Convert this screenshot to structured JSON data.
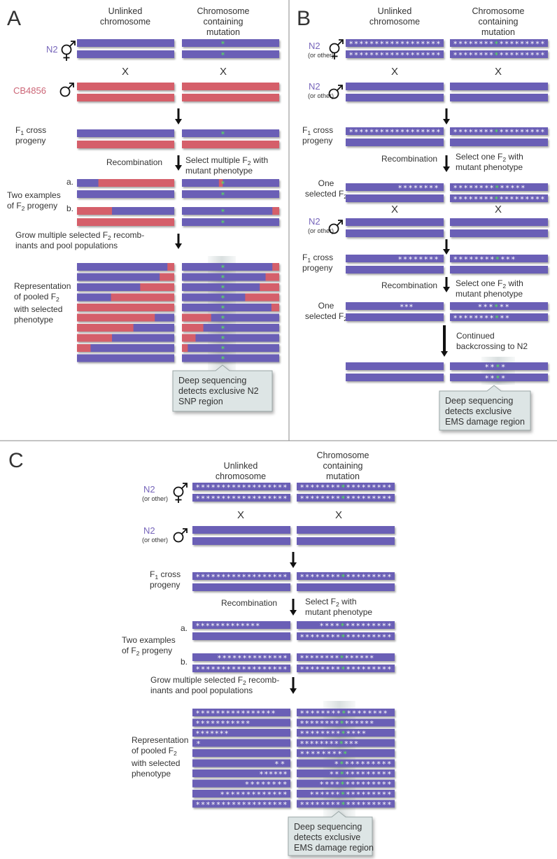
{
  "colors": {
    "n2_bar": "#6b5fb6",
    "cb_bar": "#d55f6a",
    "mutation": "#55ee55",
    "callout_fill": "#dde5e5",
    "callout_stroke": "#9aa6a6",
    "arrow": "#111111",
    "panel_border": "#888888"
  },
  "icons": [
    "hermaphrodite-symbol-icon",
    "male-symbol-icon",
    "down-arrow-icon"
  ],
  "panels": {
    "A": {
      "letter": "A",
      "col1": "Unlinked\nchromosome",
      "col2": "Chromosome\ncontaining\nmutation",
      "n2": "N2",
      "cross": "X",
      "cb": "CB4856",
      "f1": "F1 cross\nprogeny",
      "recombination": "Recombination",
      "select": "Select multiple F2 with\nmutant phenotype",
      "examples": "Two examples\nof F2 progeny",
      "a": "a.",
      "b": "b.",
      "grow": "Grow multiple selected F2 recomb-\ninants and pool populations",
      "pooled": "Representation\nof pooled F2\nwith selected\nphenotype",
      "callout": "Deep sequencing\ndetects exclusive N2\nSNP region"
    },
    "B": {
      "letter": "B",
      "col1": "Unlinked\nchromosome",
      "col2": "Chromosome\ncontaining\nmutation",
      "n2": "N2",
      "or_other": "(or other)",
      "cross": "X",
      "f1": "F1 cross\nprogeny",
      "recombination": "Recombination",
      "select": "Select one F2 with\nmutant phenotype",
      "one_selected": "One\nselected F2",
      "continued": "Continued\nbackcrossing to N2",
      "callout": "Deep sequencing\ndetects exclusive\nEMS damage region"
    },
    "C": {
      "letter": "C",
      "col1": "Unlinked\nchromosome",
      "col2": "Chromosome\ncontaining\nmutation",
      "n2": "N2",
      "or_other": "(or other)",
      "cross": "X",
      "f1": "F1 cross\nprogeny",
      "recombination": "Recombination",
      "select": "Select F2 with\nmutant phenotype",
      "examples": "Two examples\nof F2 progeny",
      "a": "a.",
      "b": "b.",
      "grow": "Grow multiple selected F2 recomb-\ninants and pool populations",
      "pooled": "Representation\nof pooled F2\nwith selected\nphenotype",
      "callout": "Deep sequencing\ndetects exclusive\nEMS damage region"
    }
  }
}
